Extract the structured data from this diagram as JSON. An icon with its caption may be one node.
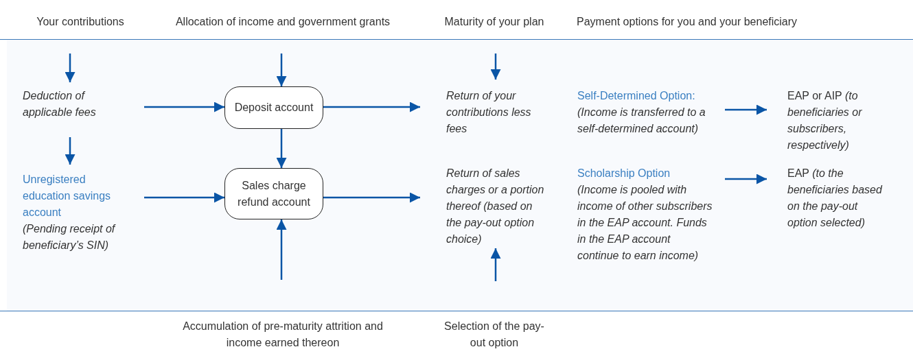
{
  "diagram": {
    "nodes": [
      {
        "text": [
          "Deduction of applicable fees"
        ]
      },
      {
        "text": [
          "Deposit account"
        ]
      },
      {
        "text": [
          "Return of your contributions less fees"
        ]
      },
      {
        "text": [
          "Self-Determined Option:",
          "(Income is transferred to a self-determined account)"
        ]
      },
      {
        "text": [
          "EAP or AIP *(to beneficiaries or subscribers, respectively)*"
        ]
      },
      {
        "text": [
          "Unregistered education savings account",
          "(Pending receipt of beneficiary’s SIN)"
        ]
      },
      {
        "text": [
          "Sales charge refund account"
        ]
      },
      {
        "text": [
          "Return of sales charges or a portion thereof (based on the pay-out option choice)"
        ]
      },
      {
        "text": [
          "Scholarship Option",
          "(Income is pooled with income of other subscribers in the EAP account. Funds in the EAP account continue to earn income)"
        ]
      },
      {
        "text": [
          "EAP *(to the beneficiaries based on the pay-out option selected)*"
        ]
      }
    ],
    "edges": [
      {
        "from": null,
        "to": 0,
        "arrow": "to"
      },
      {
        "from": 0,
        "to": 1,
        "arrow": "to"
      },
      {
        "from": 1,
        "to": 2,
        "arrow": "to"
      },
      {
        "from": null,
        "to": 1,
        "arrow": "to"
      },
      {
        "from": 0,
        "to": 5,
        "arrow": "to"
      },
      {
        "from": 1,
        "to": 6,
        "arrow": "to"
      },
      {
        "from": 5,
        "to": 6,
        "arrow": "to"
      },
      {
        "from": 6,
        "to": 7,
        "arrow": "to"
      },
      {
        "from": null,
        "to": 6,
        "arrow": "to"
      },
      {
        "from": null,
        "to": 2,
        "arrow": "to"
      },
      {
        "from": null,
        "to": 7,
        "arrow": "to"
      },
      {
        "from": 3,
        "to": 4,
        "arrow": "to"
      },
      {
        "from": 8,
        "to": 9,
        "arrow": "to"
      }
    ],
    "labels": [
      "Your contributions",
      "Allocation of income and government grants",
      "Maturity of your plan",
      "Payment options for you and your beneficiary",
      "Accumulation of pre-maturity attrition and income earned thereon",
      "Selection of the pay-out option"
    ]
  }
}
